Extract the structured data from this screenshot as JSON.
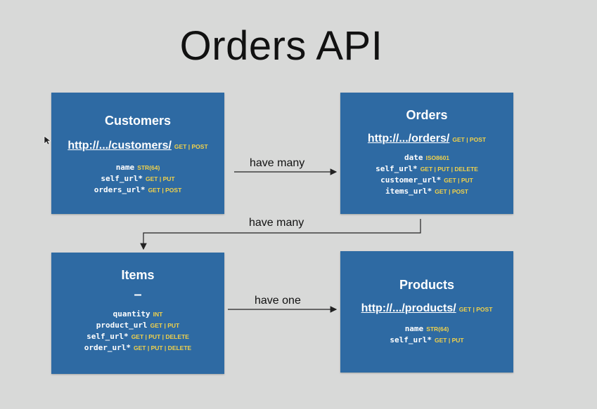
{
  "title": "Orders API",
  "boxes": {
    "customers": {
      "name": "Customers",
      "url": "http://.../customers/",
      "methods": "GET | POST",
      "fields": [
        {
          "name": "name",
          "type": "STR(64)"
        },
        {
          "name": "self_url*",
          "type": "GET | PUT"
        },
        {
          "name": "orders_url*",
          "type": "GET | POST"
        }
      ]
    },
    "orders": {
      "name": "Orders",
      "url": "http://.../orders/",
      "methods": "GET | POST",
      "fields": [
        {
          "name": "date",
          "type": "ISO8601"
        },
        {
          "name": "self_url*",
          "type": "GET | PUT | DELETE"
        },
        {
          "name": "customer_url*",
          "type": "GET | PUT"
        },
        {
          "name": "items_url*",
          "type": "GET | POST"
        }
      ]
    },
    "items": {
      "name": "Items",
      "dash": "–",
      "fields": [
        {
          "name": "quantity",
          "type": "INT"
        },
        {
          "name": "product_url",
          "type": "GET | PUT"
        },
        {
          "name": "self_url*",
          "type": "GET | PUT | DELETE"
        },
        {
          "name": "order_url*",
          "type": "GET | PUT | DELETE"
        }
      ]
    },
    "products": {
      "name": "Products",
      "url": "http://.../products/",
      "methods": "GET | POST",
      "fields": [
        {
          "name": "name",
          "type": "STR(64)"
        },
        {
          "name": "self_url*",
          "type": "GET | PUT"
        }
      ]
    }
  },
  "relations": {
    "customers_orders": "have many",
    "orders_items": "have many",
    "items_products": "have one"
  }
}
